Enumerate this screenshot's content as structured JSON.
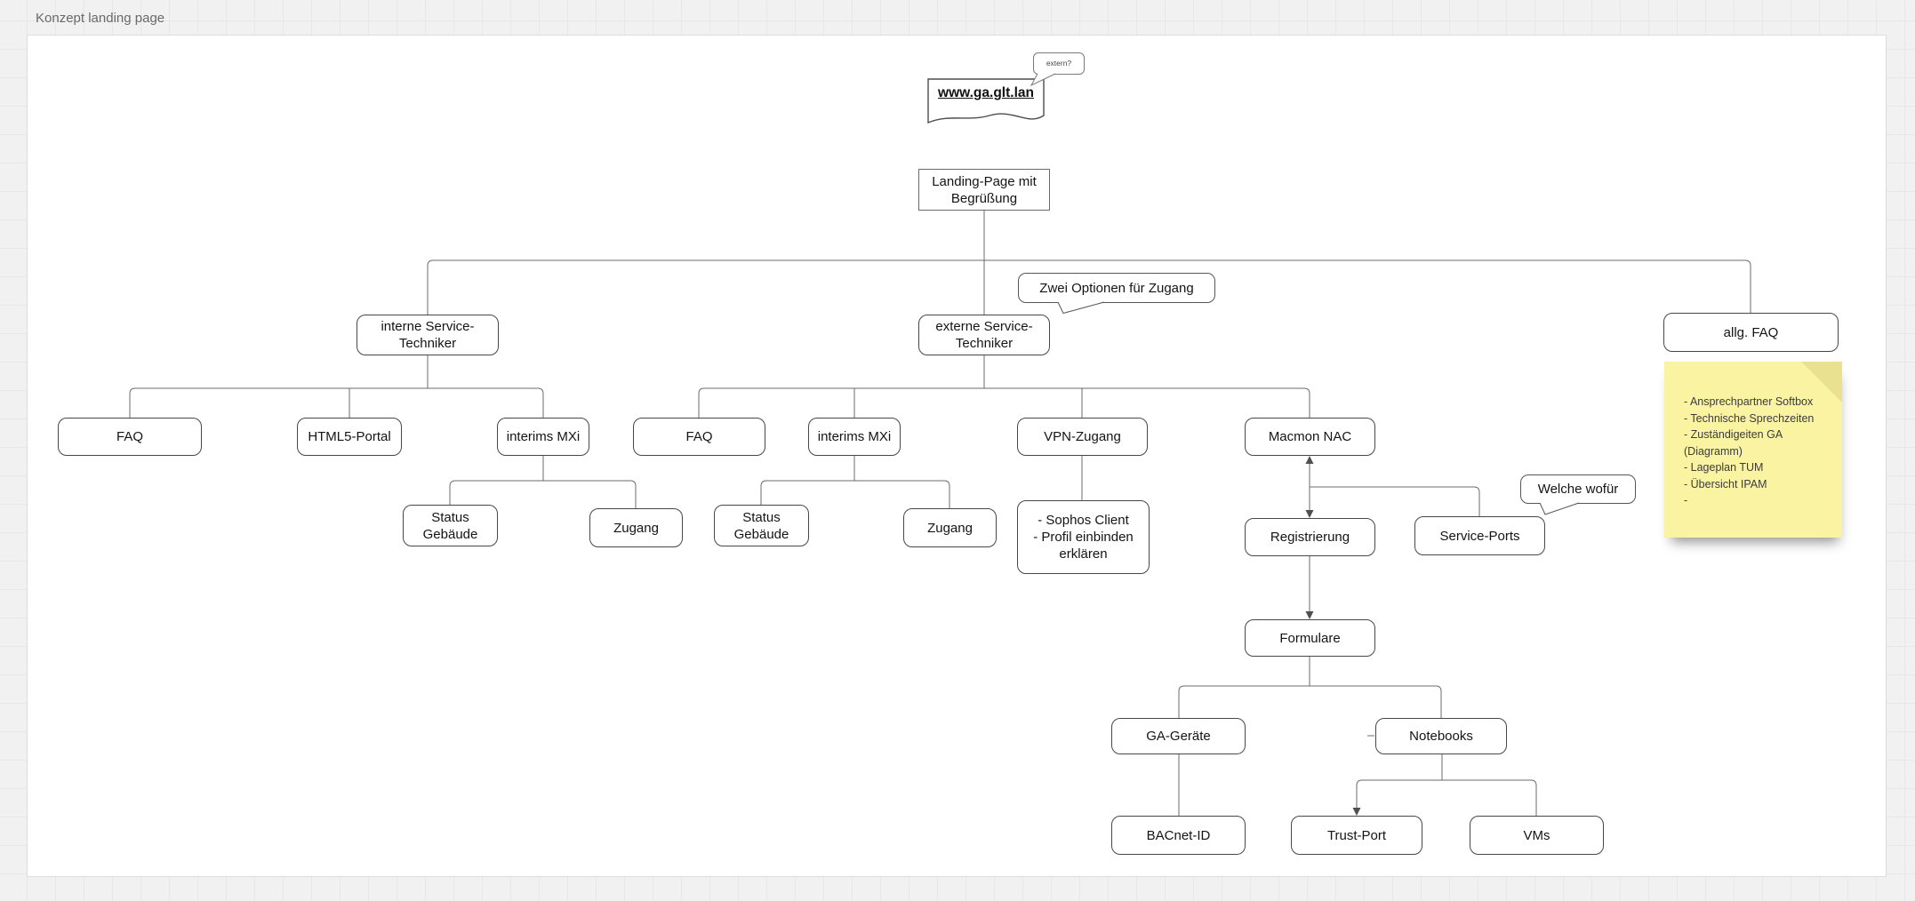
{
  "frame": {
    "title": "Konzept landing page"
  },
  "colors": {
    "canvas_bg": "#f1f1f1",
    "page_bg": "#ffffff",
    "connector": "#6b6b6b",
    "node_border": "#474747",
    "sticky_note": "#faf3a2"
  },
  "nodes": {
    "extern_bubble": "extern?",
    "url_document": "www.ga.glt.lan",
    "landing_page": "Landing-Page mit Begrüßung",
    "interne_techniker": "interne Service-Techniker",
    "externe_techniker": "externe Service-Techniker",
    "allg_faq": "allg. FAQ",
    "faq_intern": "FAQ",
    "html5_portal": "HTML5-Portal",
    "interims_mxi_intern": "interims MXi",
    "status_gebaeude_intern": "Status Gebäude",
    "zugang_intern": "Zugang",
    "faq_extern": "FAQ",
    "interims_mxi_extern": "interims MXi",
    "vpn_zugang": "VPN-Zugang",
    "sophos_details": "- Sophos Client\n- Profil einbinden erklären",
    "macmon_nac": "Macmon NAC",
    "registrierung": "Registrierung",
    "service_ports": "Service-Ports",
    "formulare": "Formulare",
    "ga_geraete": "GA-Geräte",
    "notebooks": "Notebooks",
    "bacnet_id": "BACnet-ID",
    "trust_port": "Trust-Port",
    "vms": "VMs"
  },
  "callouts": {
    "zwei_optionen": "Zwei Optionen für Zugang",
    "welche_wofuer": "Welche wofür"
  },
  "sticky_note": {
    "lines": [
      "- Ansprechpartner Softbox",
      "- Technische Sprechzeiten",
      "- Zuständigeiten GA (Diagramm)",
      "- Lageplan TUM",
      "- Übersicht IPAM",
      "-"
    ]
  }
}
